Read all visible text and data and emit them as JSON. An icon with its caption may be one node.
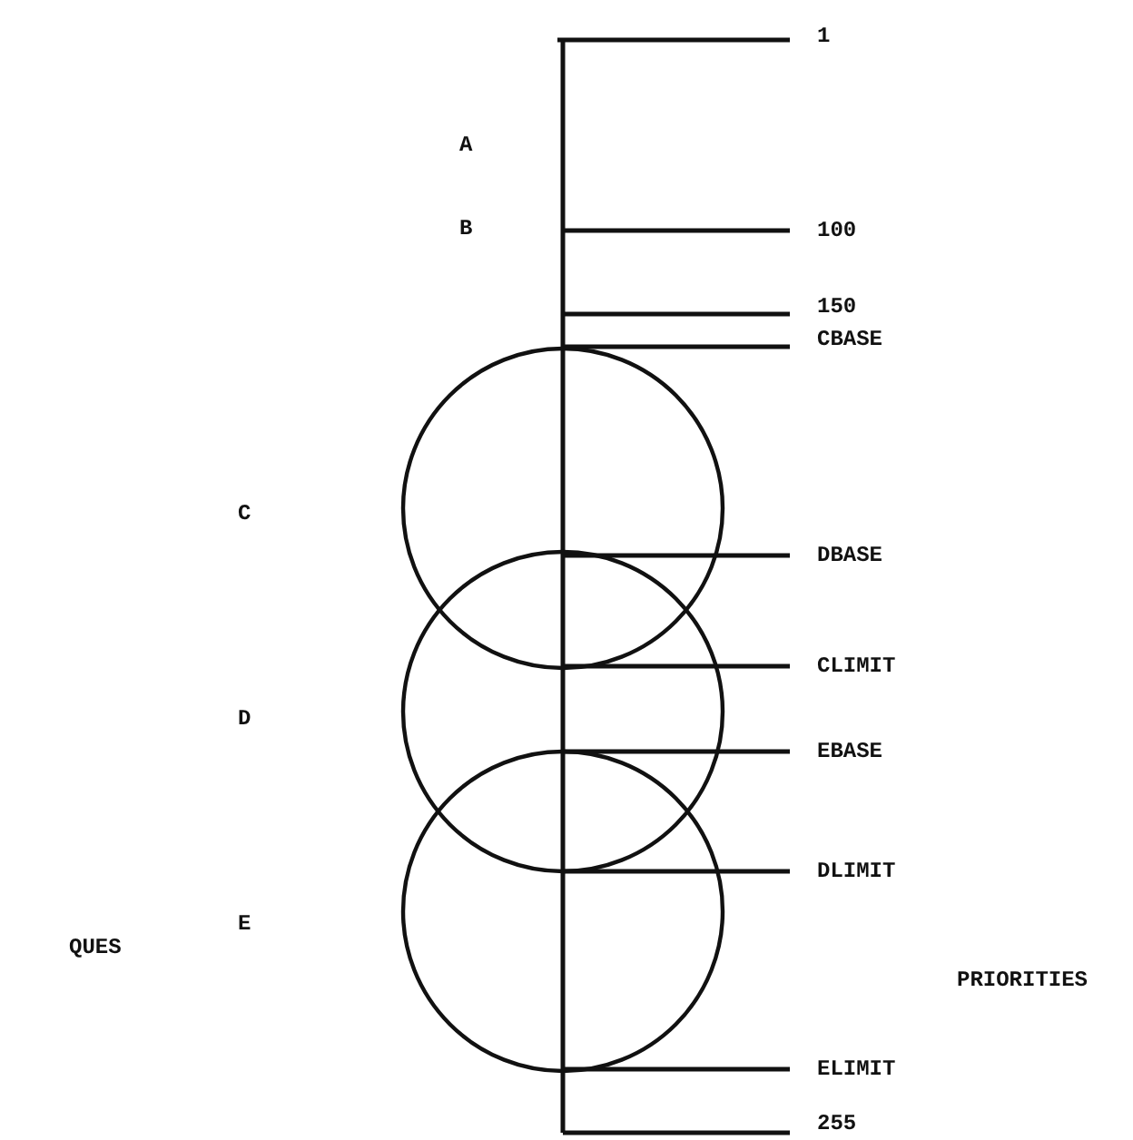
{
  "diagram": {
    "nodes": [
      {
        "text": [],
        "shape": "circle"
      },
      {
        "text": [],
        "shape": "circle"
      },
      {
        "text": [],
        "shape": "circle"
      }
    ],
    "labels": [
      "1",
      "A",
      "B",
      "100",
      "150",
      "CBASE",
      "C",
      "DBASE",
      "CLIMIT",
      "D",
      "EBASE",
      "DLIMIT",
      "E",
      "QUES",
      "PRIORITIES",
      "ELIMIT",
      "255"
    ]
  }
}
